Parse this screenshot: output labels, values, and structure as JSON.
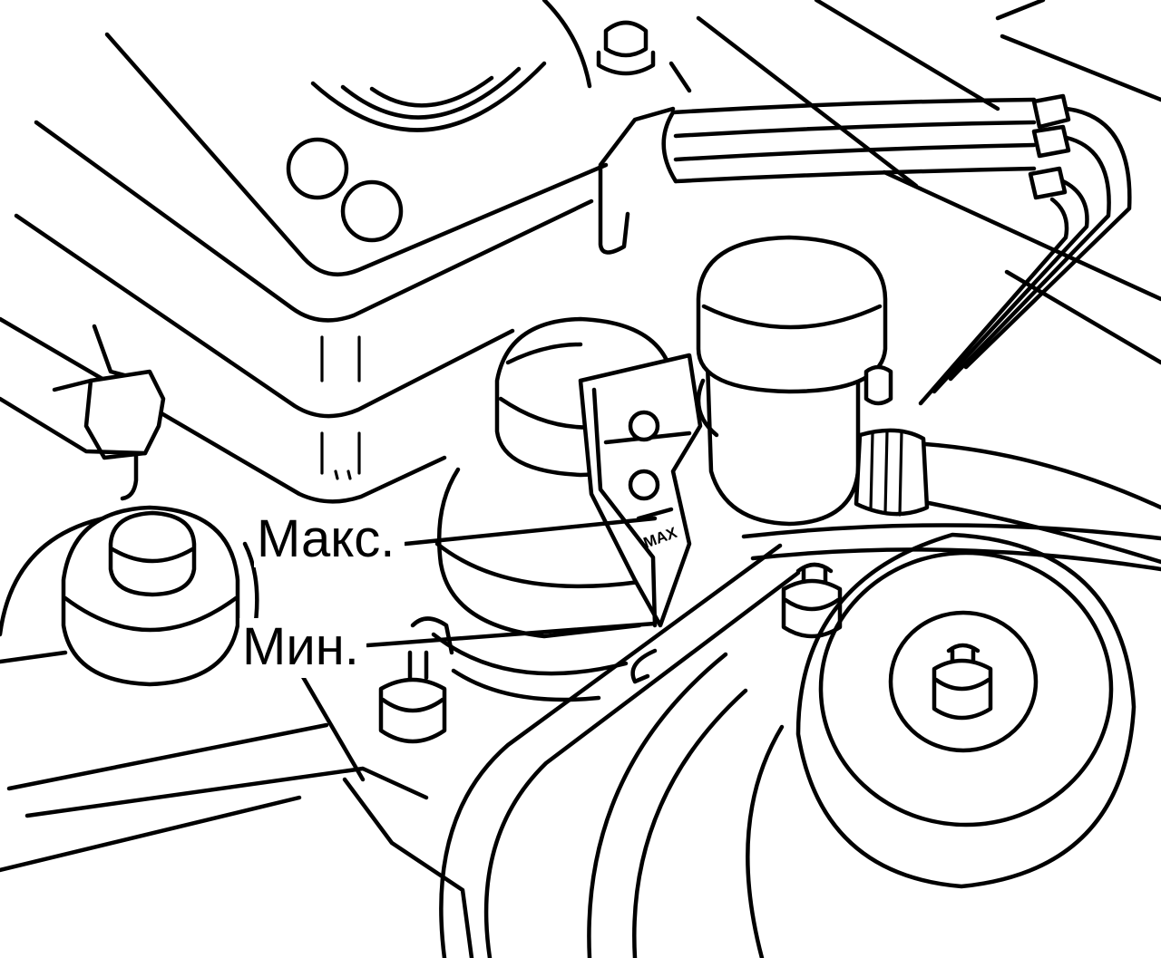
{
  "labels": {
    "max": "Макс.",
    "min": "Мин."
  },
  "reservoir_mark": "MAX"
}
